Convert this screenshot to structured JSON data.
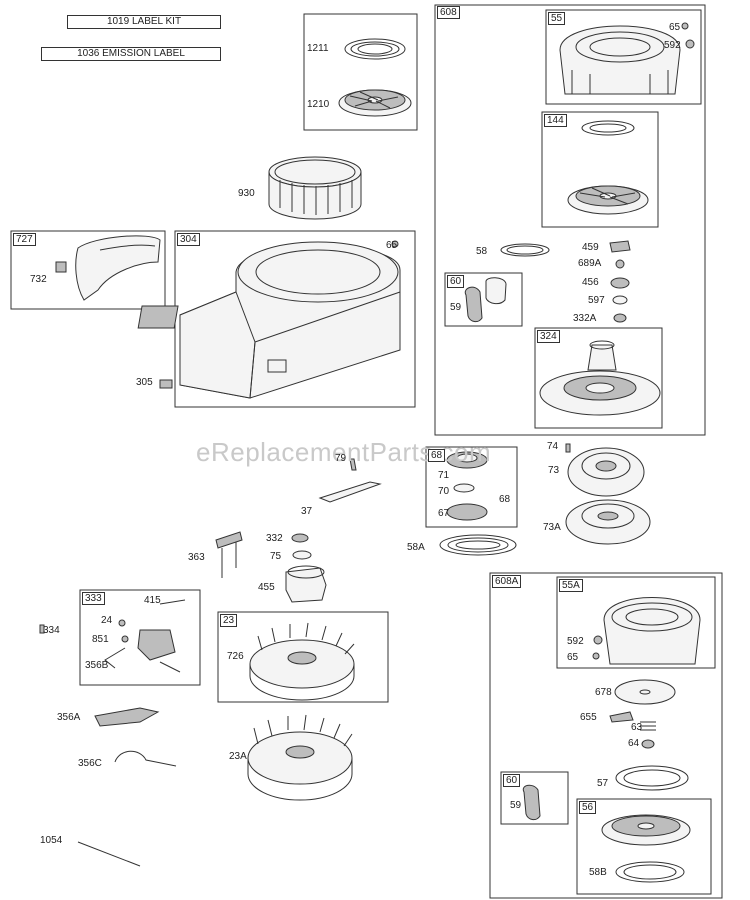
{
  "kits": {
    "label_kit": "1019 LABEL KIT",
    "emission_label": "1036 EMISSION LABEL"
  },
  "watermark": "eReplacementParts.com",
  "groups": {
    "g608": "608",
    "g55": "55",
    "g144": "144",
    "g60a": "60",
    "g324": "324",
    "g727": "727",
    "g304": "304",
    "g68": "68",
    "g608A": "608A",
    "g55A": "55A",
    "g333": "333",
    "g23": "23",
    "g60b": "60",
    "g56": "56"
  },
  "parts": {
    "p1211": "1211",
    "p1210": "1210",
    "p930": "930",
    "p65a": "65",
    "p592a": "592",
    "p58": "58",
    "p459": "459",
    "p689A": "689A",
    "p456": "456",
    "p597": "597",
    "p332A": "332A",
    "p59a": "59",
    "p732": "732",
    "p65b": "65",
    "p305": "305",
    "p79": "79",
    "p74": "74",
    "p73": "73",
    "p73A": "73A",
    "p37": "37",
    "p71": "71",
    "p70": "70",
    "p68b": "68",
    "p67": "67",
    "p58A": "58A",
    "p332": "332",
    "p363": "363",
    "p75": "75",
    "p455": "455",
    "p415": "415",
    "p334": "334",
    "p24": "24",
    "p851": "851",
    "p356B": "356B",
    "p726": "726",
    "p356A": "356A",
    "p356C": "356C",
    "p23A": "23A",
    "p1054": "1054",
    "p592b": "592",
    "p65c": "65",
    "p678": "678",
    "p655": "655",
    "p63": "63",
    "p64": "64",
    "p57": "57",
    "p59b": "59",
    "p58B": "58B"
  }
}
